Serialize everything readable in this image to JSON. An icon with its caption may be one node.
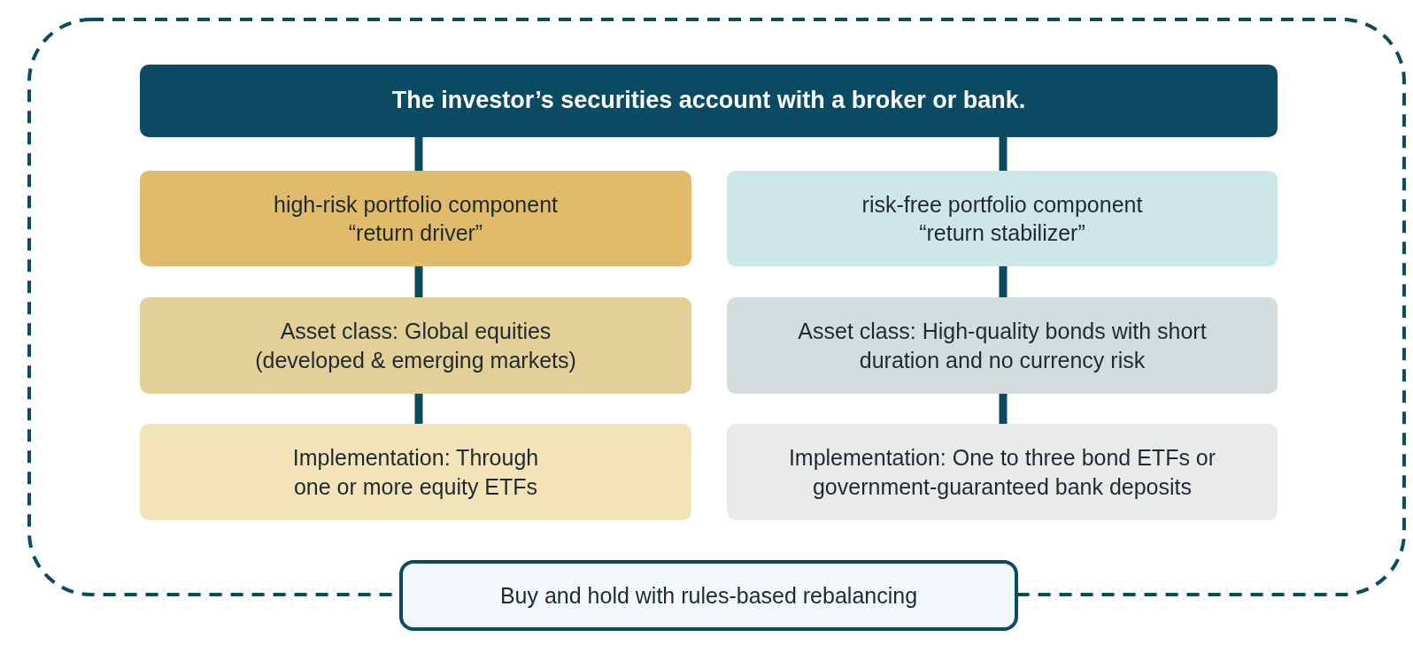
{
  "diagram": {
    "nodes": [
      {
        "text": [
          "The investor’s securities account with a broker or bank."
        ]
      },
      {
        "text": [
          "high-risk portfolio component",
          "“return driver”"
        ]
      },
      {
        "text": [
          "Asset class: Global equities (developed & emerging markets)"
        ]
      },
      {
        "text": [
          "Implementation: Through one or more equity ETFs"
        ]
      },
      {
        "text": [
          "risk-free portfolio component",
          "“return stabilizer”"
        ]
      },
      {
        "text": [
          "Asset class: High-quality bonds with short duration and no currency risk"
        ]
      },
      {
        "text": [
          "Implementation: One to three bond ETFs or government-guaranteed bank deposits"
        ]
      },
      {
        "text": [
          "Buy and hold with rules-based rebalancing"
        ]
      }
    ],
    "edges": [
      {
        "from": 0,
        "to": 1,
        "arrow": "none"
      },
      {
        "from": 1,
        "to": 2,
        "arrow": "none"
      },
      {
        "from": 2,
        "to": 3,
        "arrow": "none"
      },
      {
        "from": 0,
        "to": 4,
        "arrow": "none"
      },
      {
        "from": 4,
        "to": 5,
        "arrow": "none"
      },
      {
        "from": 5,
        "to": 6,
        "arrow": "none"
      }
    ]
  }
}
